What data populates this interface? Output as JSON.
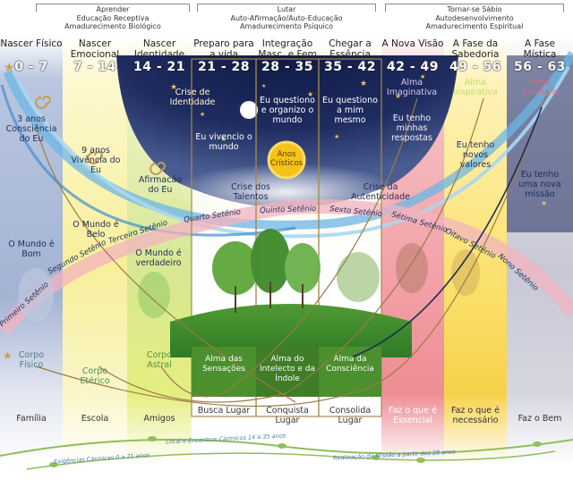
{
  "groups": [
    {
      "l1": "Aprender",
      "l2": "Educação Receptiva",
      "l3": "Amadurecimento Biológico"
    },
    {
      "l1": "Lutar",
      "l2": "Auto-Afirmação/Auto-Educação",
      "l3": "Amadurecimento Psíquico"
    },
    {
      "l1": "Tornar-se Sábio",
      "l2": "Autodesenvolvimento",
      "l3": "Amadurecimento Espiritual"
    }
  ],
  "columns": [
    {
      "title": "Nascer Físico",
      "age": "0 - 7",
      "color": "#8da0c4",
      "bottom": "Família"
    },
    {
      "title": "Nascer Emocional",
      "age": "7 - 14",
      "color": "#f6ee9a",
      "bottom": "Escola"
    },
    {
      "title": "Nascer Identidade",
      "age": "14 - 21",
      "color": "#d9e89a",
      "bottom": "Amigos"
    },
    {
      "title": "Preparo para a vida",
      "age": "21 - 28",
      "color": "#e6ecc4",
      "bottom": "Busca Lugar"
    },
    {
      "title": "Integração Masc. e Fem",
      "age": "28 - 35",
      "color": "#e6ecc4",
      "bottom": "Conquista Lugar"
    },
    {
      "title": "Chegar a Essência",
      "age": "35 - 42",
      "color": "#e6ecc4",
      "bottom": "Consolida Lugar"
    },
    {
      "title": "A Nova Visão",
      "age": "42 - 49",
      "color": "#f2a9ad",
      "bottom": "Faz o que é Essencial"
    },
    {
      "title": "A Fase da Sabedoria",
      "age": "49 - 56",
      "color": "#fbe88e",
      "bottom": "Faz o que é necessário"
    },
    {
      "title": "A Fase Mística",
      "age": "56 - 63",
      "color": "#dcdde6",
      "bottom": "Faz o Bem"
    }
  ],
  "notes": {
    "c1a": "3 anos Consciência do Eu",
    "c1b": "O Mundo é Bom",
    "c2a": "9 anos Vivência do Eu",
    "c2b": "O Mundo é Belo",
    "c3a": "Afirmacão do Eu",
    "c3b": "O Mundo é verdadeiro",
    "c4a": "Crise de Identidade",
    "c4b": "Eu vivencio o mundo",
    "c4c": "Crise dos Talentos",
    "c5a": "Eu questiono e organizo o mundo",
    "c5b": "Anos Crísticos",
    "c6a": "Eu questiono a mim mesmo",
    "c6b": "Crise da Autenticidade",
    "c7a": "Alma Imaginativa",
    "c7b": "Eu tenho minhas respostas",
    "c8a": "Alma Inspirativa",
    "c8b": "Eu tenho novos valores",
    "c9a": "Alma Intuitiva",
    "c9b": "Eu tenho uma nova missão"
  },
  "bodies": [
    "Corpo Físico",
    "Corpo Etérico",
    "Corpo Astral"
  ],
  "souls": [
    "Alma das Sensações",
    "Alma do Intelecto e da Índole",
    "Alma da Consciência"
  ],
  "setenios": [
    "Primeiro Setênio",
    "Segundo Setênio",
    "Terceiro Setênio",
    "Quarto Setênio",
    "Quinto Setênio",
    "Sexto Setênio",
    "Sétima Setênio",
    "Oitavo Setênio",
    "Nono Setênio"
  ],
  "footer": {
    "left": "Exigências Cármicas 0 a 21 anos",
    "mid": "Local e Encontros Cármicos 14 a 35 anos",
    "right": "Realização da Missão a partir dos 28 anos"
  },
  "colors": {
    "night": "#1d2b57",
    "sun": "#f6c21a",
    "arc_blue": "#4a9fd8",
    "arc_pink": "#f1a6b4"
  }
}
